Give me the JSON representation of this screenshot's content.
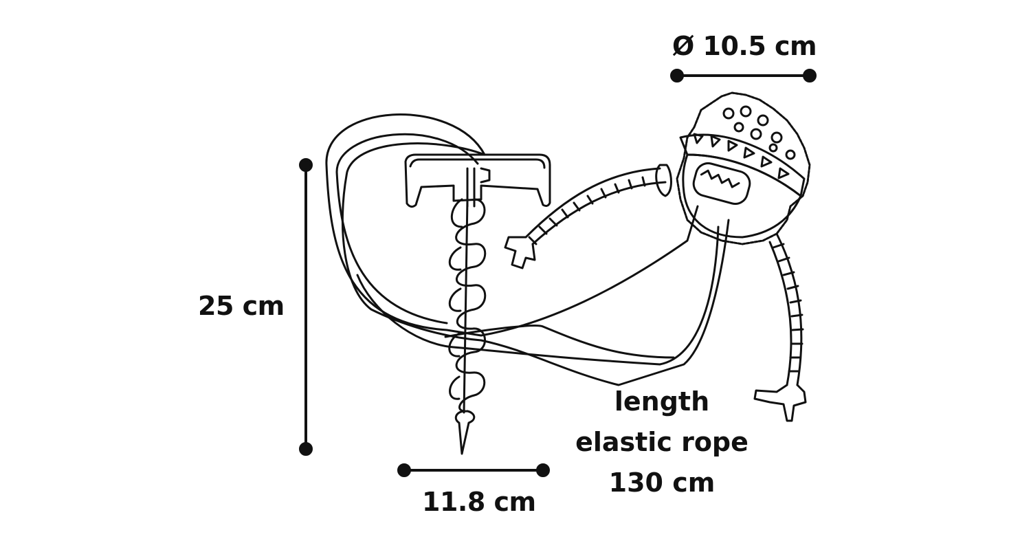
{
  "dimensions": {
    "diameter": "Ø 10.5 cm",
    "height": "25 cm",
    "width": "11.8 cm"
  },
  "rope_label": {
    "line1": "length",
    "line2": "elastic rope",
    "line3": "130 cm"
  },
  "colors": {
    "ink": "#111111",
    "background": "#ffffff"
  }
}
